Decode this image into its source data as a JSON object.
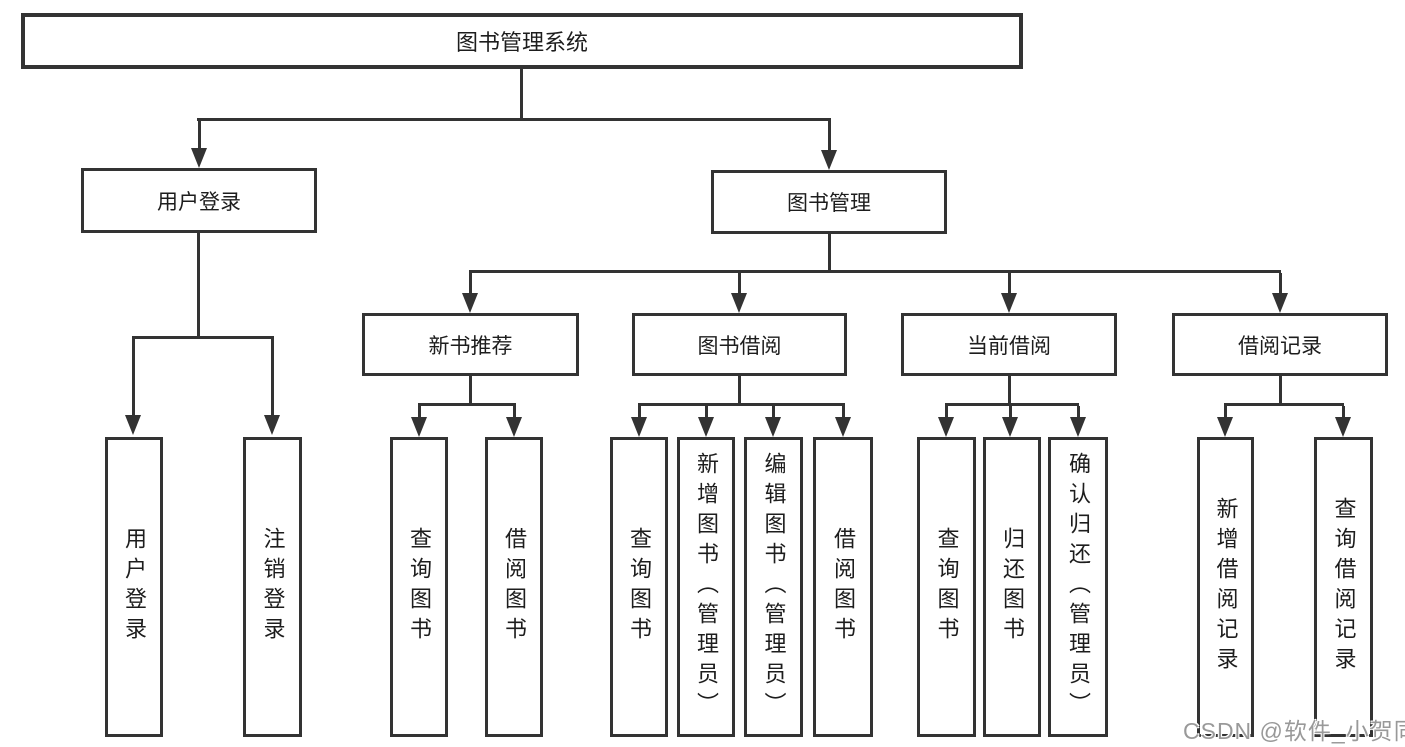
{
  "diagram": {
    "root": "图书管理系统",
    "level1": {
      "user": "用户登录",
      "mgmt": "图书管理"
    },
    "level2": {
      "new_books": "新书推荐",
      "borrowing": "图书借阅",
      "current": "当前借阅",
      "records": "借阅记录"
    },
    "leaves": {
      "user_login": "用户登录",
      "logout": "注销登录",
      "nb_query": "查询图书",
      "nb_borrow": "借阅图书",
      "bb_query": "查询图书",
      "bb_add": "新增图书（管理员）",
      "bb_edit": "编辑图书（管理员）",
      "bb_borrow": "借阅图书",
      "cb_query": "查询图书",
      "cb_return": "归还图书",
      "cb_confirm": "确认归还（管理员）",
      "br_add": "新增借阅记录",
      "br_query": "查询借阅记录"
    }
  },
  "watermark": "CSDN @软件_小贺同学",
  "colors": {
    "line": "#333333",
    "text": "#1d1d1d",
    "watermark": "#999999",
    "background": "#ffffff"
  }
}
